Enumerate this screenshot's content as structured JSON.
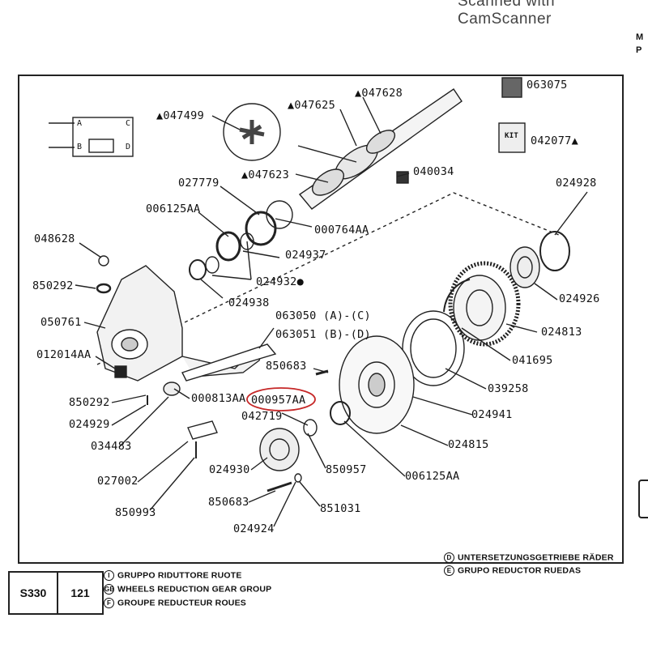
{
  "scan_header": "Scanned with CamScanner",
  "corner_text": "M\nP",
  "page_code": "S330",
  "page_number": "121",
  "title_left": [
    {
      "mark": "I",
      "text": "GRUPPO RIDUTTORE RUOTE"
    },
    {
      "mark": "GB",
      "text": "WHEELS REDUCTION GEAR GROUP"
    },
    {
      "mark": "F",
      "text": "GROUPE REDUCTEUR ROUES"
    }
  ],
  "title_right": [
    {
      "mark": "D",
      "text": "UNTERSETZUNGSGETRIEBE RÄDER"
    },
    {
      "mark": "E",
      "text": "GRUPO REDUCTOR RUEDAS"
    }
  ],
  "highlighted_part": "000957AA",
  "labels": {
    "p047499": "▲047499",
    "p047625": "▲047625",
    "p047628": "▲047628",
    "p063075": "063075",
    "p042077": "042077▲",
    "p027779": "027779",
    "p047623": "▲047623",
    "p040034": "040034",
    "p006125a": "006125AA",
    "p000764": "000764AA",
    "p024928": "024928",
    "p048628": "048628",
    "p024937": "024937",
    "p024932": "024932●",
    "p850292a": "850292",
    "p024938": "024938",
    "p024926": "024926",
    "p050761": "050761",
    "p063050": "063050 (A)-(C)",
    "p063051": "063051 (B)-(D)",
    "p024813": "024813",
    "p012014": "012014AA",
    "p850683a": "850683",
    "p041695": "041695",
    "p039258": "039258",
    "p850292b": "850292",
    "p000813": "000813AA",
    "p000957": "000957AA",
    "p024929": "024929",
    "p042719": "042719",
    "p024941": "024941",
    "p034483": "034483",
    "p024815": "024815",
    "p024930": "024930",
    "p850957": "850957",
    "p006125b": "006125AA",
    "p027002": "027002",
    "p850683b": "850683",
    "p850993": "850993",
    "p851031": "851031",
    "p024924": "024924"
  },
  "kit_label": "KIT",
  "switch_labels": {
    "a": "A",
    "b": "B",
    "c": "C",
    "d": "D"
  },
  "colors": {
    "line": "#222222",
    "highlight": "#c62828"
  }
}
